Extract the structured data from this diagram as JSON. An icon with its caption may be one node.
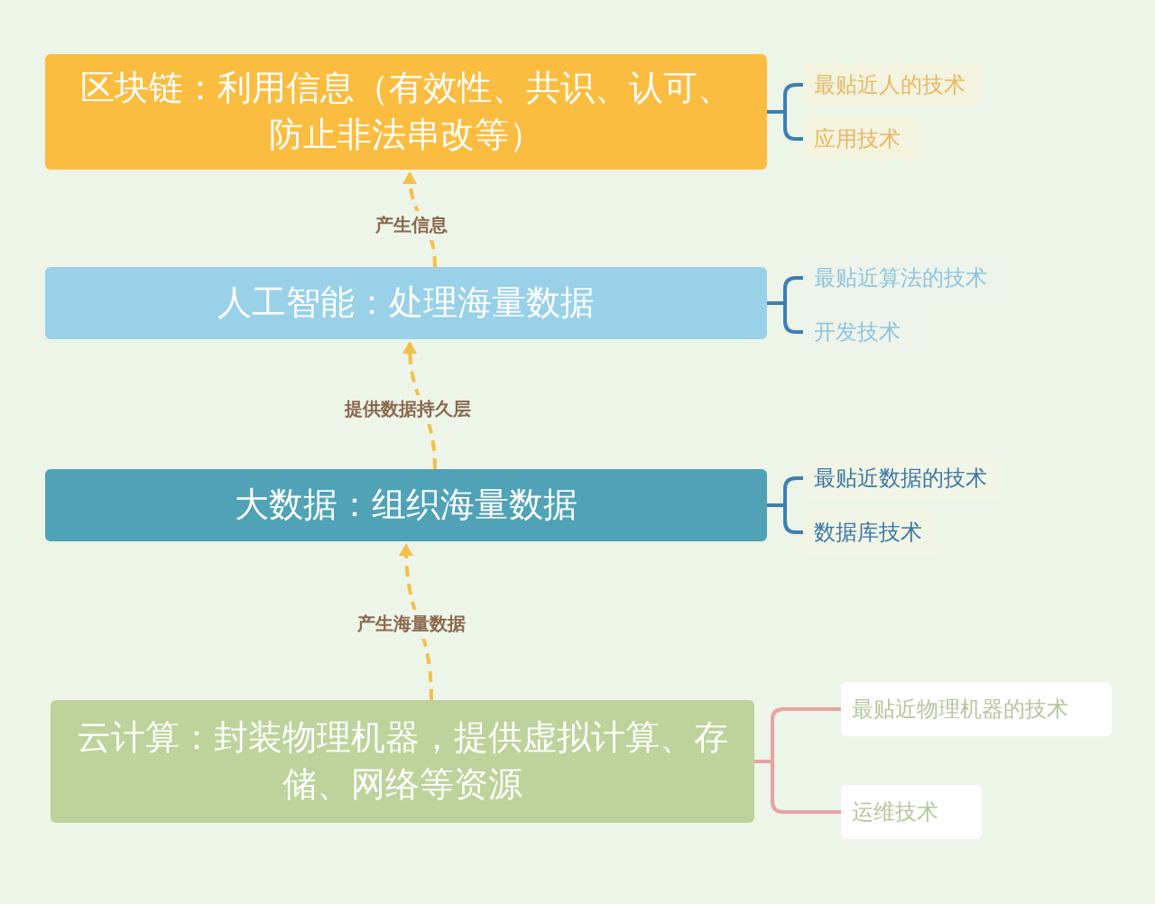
{
  "diagram": {
    "nodes": [
      {
        "text": [
          "区块链：利用信息（有效性、共识、认可、防止非法串改等）"
        ]
      },
      {
        "text": [
          "最贴近人的技术"
        ]
      },
      {
        "text": [
          "应用技术"
        ]
      },
      {
        "text": [
          "人工智能：处理海量数据"
        ]
      },
      {
        "text": [
          "最贴近算法的技术"
        ]
      },
      {
        "text": [
          "开发技术"
        ]
      },
      {
        "text": [
          "大数据：组织海量数据"
        ]
      },
      {
        "text": [
          "最贴近数据的技术"
        ]
      },
      {
        "text": [
          "数据库技术"
        ]
      },
      {
        "text": [
          "云计算：封装物理机器，提供虚拟计算、存储、网络等资源"
        ]
      },
      {
        "text": [
          "最贴近物理机器的技术"
        ]
      },
      {
        "text": [
          "运维技术"
        ]
      }
    ],
    "edges": [
      {
        "from": 0,
        "to": 1,
        "arrow": "none"
      },
      {
        "from": 0,
        "to": 2,
        "arrow": "none"
      },
      {
        "from": 3,
        "to": 4,
        "arrow": "none"
      },
      {
        "from": 3,
        "to": 5,
        "arrow": "none"
      },
      {
        "from": 6,
        "to": 7,
        "arrow": "none"
      },
      {
        "from": 6,
        "to": 8,
        "arrow": "none"
      },
      {
        "from": 9,
        "to": 10,
        "arrow": "none",
        "color": "#e8a3a3"
      },
      {
        "from": 9,
        "to": 11,
        "arrow": "none",
        "color": "#e8a3a3"
      },
      {
        "from": 3,
        "to": 0,
        "arrow": "to",
        "label": "产生信息",
        "style": "dashed",
        "color": "#f2c04a"
      },
      {
        "from": 6,
        "to": 3,
        "arrow": "to",
        "label": "提供数据持久层",
        "style": "dashed",
        "color": "#f2c04a"
      },
      {
        "from": 9,
        "to": 6,
        "arrow": "to",
        "label": "产生海量数据",
        "style": "dashed",
        "color": "#f2c04a"
      }
    ]
  }
}
